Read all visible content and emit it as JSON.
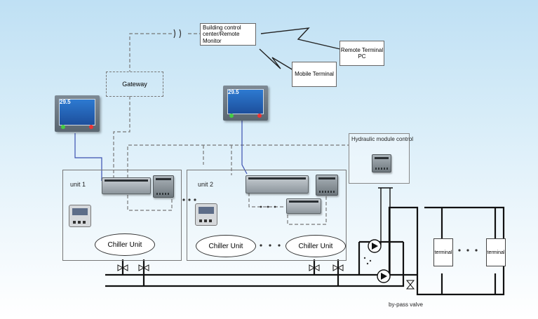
{
  "labels": {
    "building_control": "Building control center/Remote Monitor",
    "remote_terminal": "Remote Terminal PC",
    "mobile_terminal": "Mobile Terminal",
    "gateway": "Gateway",
    "hydraulic_module_control": "Hydraulic module control",
    "unit1": "unit 1",
    "unit2": "unit 2",
    "chiller_unit": "Chiller Unit",
    "terminal": "terminal",
    "bypass_valve": "by-pass valve",
    "touch_readout": "29.5"
  },
  "icons": [
    "touch-panel-icon",
    "controller-icon",
    "relay-module-icon",
    "thermostat-icon",
    "pump-icon",
    "valve-icon",
    "lightning-icon"
  ]
}
